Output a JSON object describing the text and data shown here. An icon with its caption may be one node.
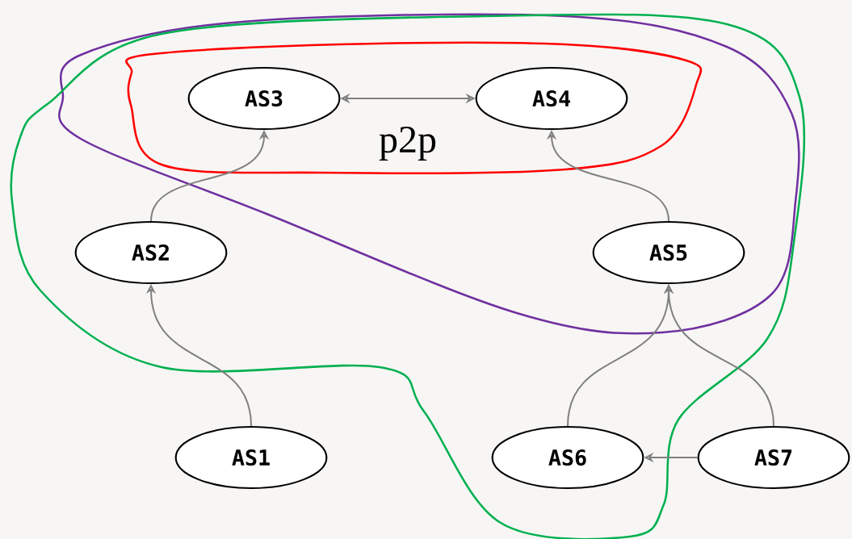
{
  "diagram": {
    "nodes": [
      {
        "text": [
          "AS3"
        ]
      },
      {
        "text": [
          "AS4"
        ]
      },
      {
        "text": [
          "AS2"
        ]
      },
      {
        "text": [
          "AS5"
        ]
      },
      {
        "text": [
          "AS1"
        ]
      },
      {
        "text": [
          "AS6"
        ]
      },
      {
        "text": [
          "AS7"
        ]
      }
    ],
    "edges": [
      {
        "from": 0,
        "to": 1,
        "arrow": "both",
        "label": "p2p"
      },
      {
        "from": 2,
        "to": 0,
        "arrow": "to"
      },
      {
        "from": 3,
        "to": 1,
        "arrow": "to"
      },
      {
        "from": 4,
        "to": 2,
        "arrow": "to"
      },
      {
        "from": 5,
        "to": 3,
        "arrow": "to"
      },
      {
        "from": 6,
        "to": 3,
        "arrow": "to"
      },
      {
        "from": 6,
        "to": 5,
        "arrow": "to"
      }
    ]
  }
}
